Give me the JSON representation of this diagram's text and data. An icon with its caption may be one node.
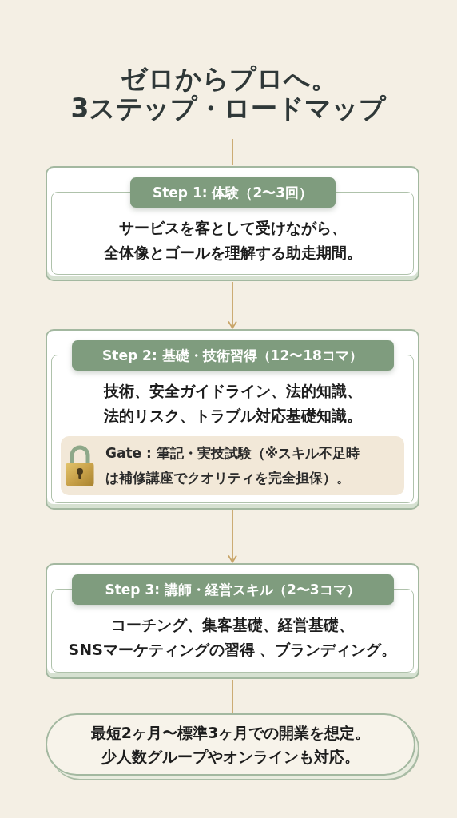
{
  "diagram": {
    "title": "ゼロからプロへ。3ステップ・ロードマップ",
    "nodes": [
      {
        "text": [
          "Step 1: 体験（2〜3回）",
          "サービスを客として受けながら、全体像とゴールを理解する助走期間。"
        ]
      },
      {
        "text": [
          "Step 2: 基礎・技術習得（12〜18コマ）",
          "技術、安全ガイドライン、法的知識、法的リスク、トラブル対応基礎知識。"
        ]
      },
      {
        "text": [
          "Gate : 筆記・実技試験（※スキル不足時は補修講座でクオリティを完全担保）。"
        ],
        "in": 1
      },
      {
        "text": [
          "Step 3: 講師・経営スキル（2〜3コマ）",
          "コーチング、集客基礎、経営基礎、SNSマーケティングの習得 、ブランディング。"
        ]
      },
      {
        "text": [
          "最短2ヶ月〜標準3ヶ月での開業を想定。少人数グループやオンラインも対応。"
        ]
      }
    ],
    "edges": [
      {
        "from": null,
        "to": 0,
        "arrow": "none"
      },
      {
        "from": 0,
        "to": 1,
        "arrow": "to"
      },
      {
        "from": 1,
        "to": 3,
        "arrow": "to"
      },
      {
        "from": 3,
        "to": 4,
        "arrow": "none"
      }
    ]
  }
}
